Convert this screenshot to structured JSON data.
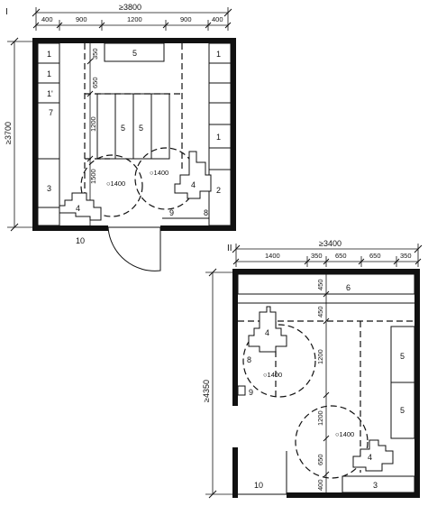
{
  "plan_1": {
    "id": "I",
    "overall_width": "≥3800",
    "overall_height": "≥3700",
    "top_dims": [
      "400",
      "900",
      "1200",
      "900",
      "400"
    ],
    "vert_dims": [
      "350",
      "650",
      "1200",
      "1500"
    ],
    "circle_left": "○1400",
    "circle_right": "○1400",
    "labels": {
      "top_table": "5",
      "left_1a": "1",
      "left_1b": "1",
      "left_1c": "1'",
      "left_7": "7",
      "left_3": "3",
      "right_1a": "1",
      "right_1b": "1",
      "right_2": "2",
      "center_5a": "5",
      "center_5b": "5",
      "person_left": "4",
      "person_right": "4",
      "bottom_9": "9",
      "bottom_8": "8",
      "door_10": "10"
    }
  },
  "plan_2": {
    "id": "II",
    "overall_width": "≥3400",
    "overall_height": "≥4350",
    "top_dims": [
      "1400",
      "350",
      "650",
      "650",
      "350"
    ],
    "vert_dims": [
      "450",
      "450",
      "1200",
      "1200",
      "650",
      "400"
    ],
    "circle_upper": "○1400",
    "circle_lower": "○1400",
    "labels": {
      "top_6": "6",
      "person_upper": "4",
      "left_8": "8",
      "left_9": "9",
      "right_5a": "5",
      "right_5b": "5",
      "person_lower": "4",
      "bottom_3": "3",
      "door_10": "10"
    }
  }
}
